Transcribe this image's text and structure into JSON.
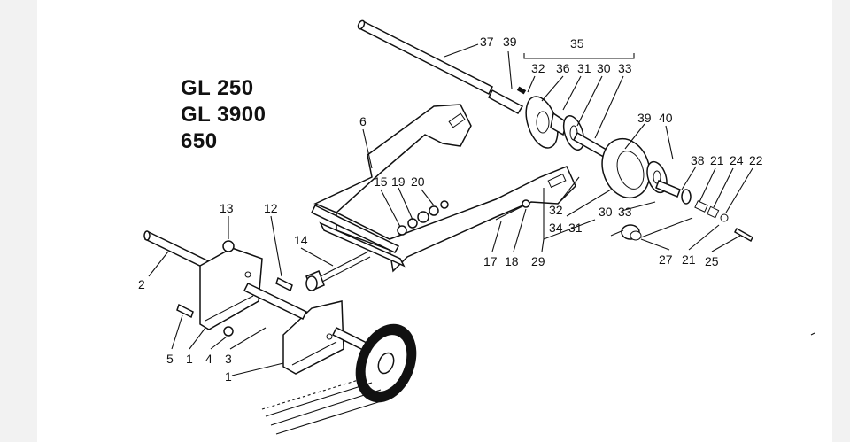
{
  "models": [
    "GL 250",
    "GL 3900",
    "650"
  ],
  "labels": {
    "n37": "37",
    "n39a": "39",
    "n35": "35",
    "n32a": "32",
    "n36": "36",
    "n31a": "31",
    "n30a": "30",
    "n33a": "33",
    "n39b": "39",
    "n40": "40",
    "n38": "38",
    "n21a": "21",
    "n24": "24",
    "n22": "22",
    "n6": "6",
    "n15": "15",
    "n19": "19",
    "n20": "20",
    "n32b": "32",
    "n30b": "30",
    "n33b": "33",
    "n34": "34",
    "n31b": "31",
    "n13": "13",
    "n12": "12",
    "n14": "14",
    "n2": "2",
    "n17": "17",
    "n18": "18",
    "n29": "29",
    "n27": "27",
    "n21b": "21",
    "n25": "25",
    "n5": "5",
    "n1a": "1",
    "n4": "4",
    "n3": "3",
    "n1b": "1"
  }
}
